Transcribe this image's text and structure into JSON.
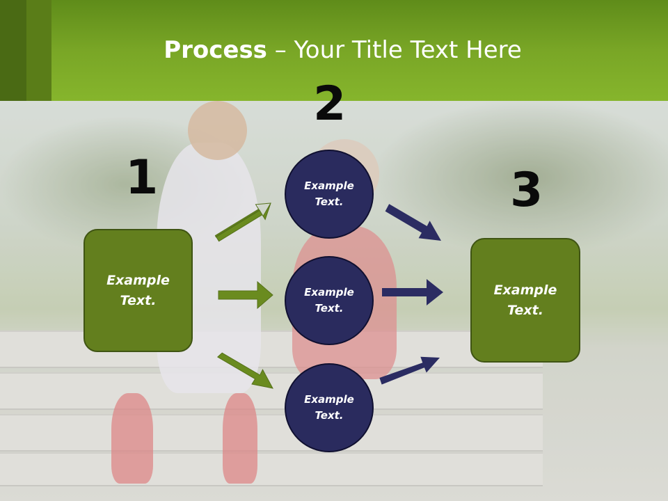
{
  "header": {
    "title_strong": "Process",
    "title_rest": " – Your Title Text Here"
  },
  "steps": {
    "one": "1",
    "two": "2",
    "three": "3"
  },
  "left_box": {
    "text": "Example Text."
  },
  "circles": [
    {
      "text": "Example Text."
    },
    {
      "text": "Example Text."
    },
    {
      "text": "Example Text."
    }
  ],
  "right_box": {
    "text": "Example Text."
  },
  "colors": {
    "header_green": "#7aa828",
    "box_green": "#637f1e",
    "circle_navy": "#2a2b5e",
    "arrow_green": "#6a8b1f",
    "arrow_navy": "#2b2c62"
  }
}
